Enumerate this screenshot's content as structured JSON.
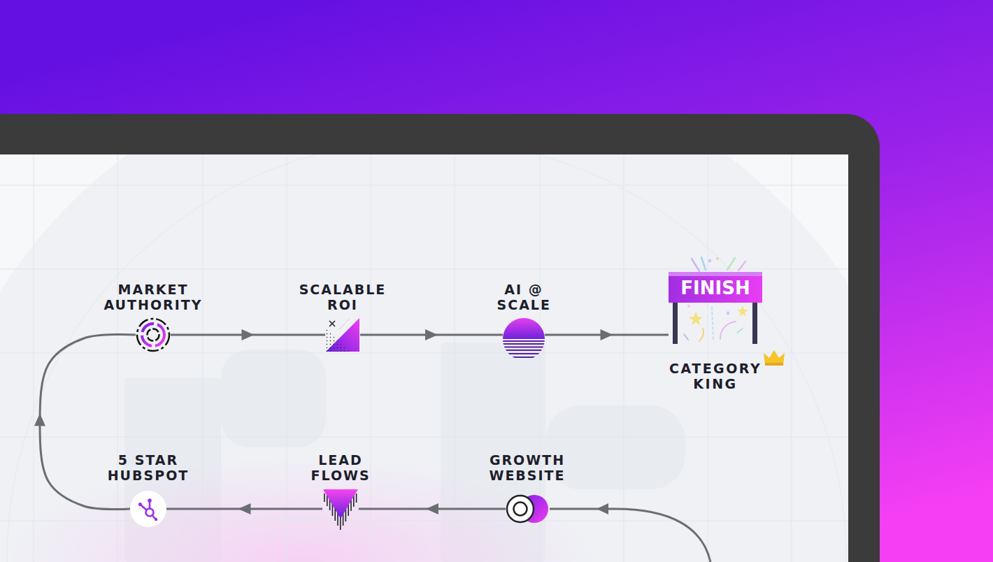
{
  "diagram": {
    "nodes": [
      {
        "text": [
          "MARKET AUTHORITY"
        ]
      },
      {
        "text": [
          "SCALABLE ROI"
        ]
      },
      {
        "text": [
          "AI @ SCALE"
        ]
      },
      {
        "text": [
          "FINISH",
          "CATEGORY KING"
        ]
      },
      {
        "text": [
          "5 STAR HUBSPOT"
        ]
      },
      {
        "text": [
          "LEAD FLOWS"
        ]
      },
      {
        "text": [
          "GROWTH WEBSITE"
        ]
      }
    ],
    "edges": [
      {
        "from": 6,
        "to": 5,
        "arrow": "to"
      },
      {
        "from": 5,
        "to": 4,
        "arrow": "to"
      },
      {
        "from": 4,
        "to": 0,
        "arrow": "to"
      },
      {
        "from": 0,
        "to": 1,
        "arrow": "to"
      },
      {
        "from": 1,
        "to": 2,
        "arrow": "to"
      },
      {
        "from": 2,
        "to": 3,
        "arrow": "to"
      }
    ]
  }
}
